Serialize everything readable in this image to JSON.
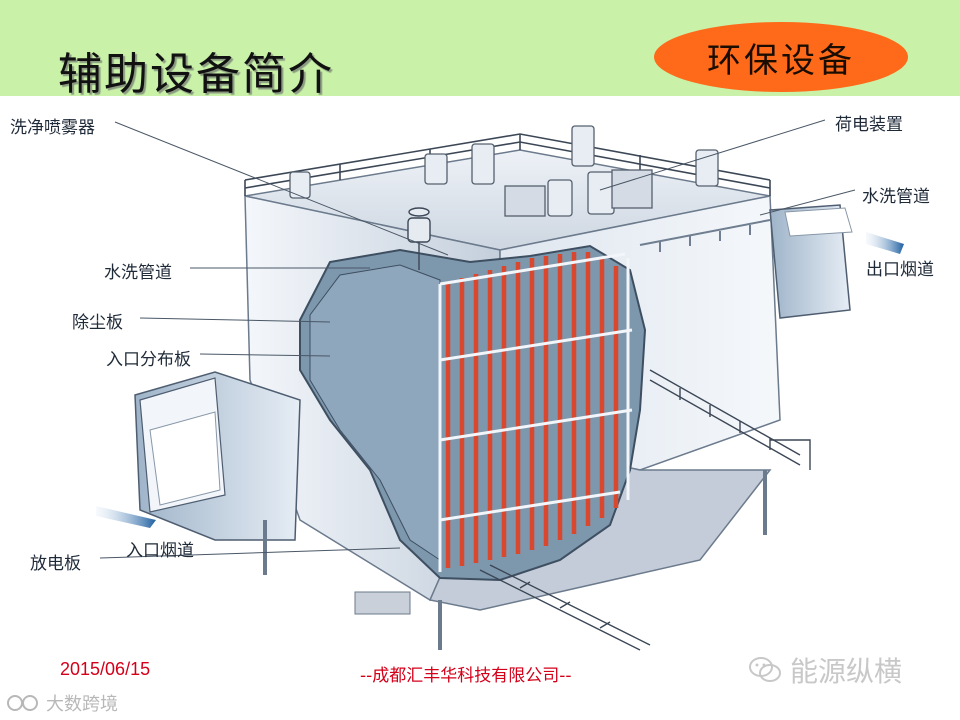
{
  "slide": {
    "title": "辅助设备简介",
    "badge": "环保设备",
    "colors": {
      "header_band": "#c9f2a8",
      "badge": "#ff6a1a",
      "footer_text": "#d4001a",
      "plate_red": "#d8472e"
    }
  },
  "callouts": {
    "spray": "洗净喷雾器",
    "charging": "荷电装置",
    "wash_pipe_right": "水洗管道",
    "outlet_duct": "出口烟道",
    "wash_pipe_left": "水洗管道",
    "dust_plate": "除尘板",
    "inlet_plate": "入口分布板",
    "inlet_duct": "入口烟道",
    "discharge_plate": "放电板"
  },
  "footer": {
    "date": "2015/06/15",
    "company": "--成都汇丰华科技有限公司--"
  },
  "watermarks": {
    "right_text": "能源纵横",
    "right_icon": "wechat-icon",
    "left_text": "大数跨境",
    "left_icon": "eye-logo-icon"
  }
}
